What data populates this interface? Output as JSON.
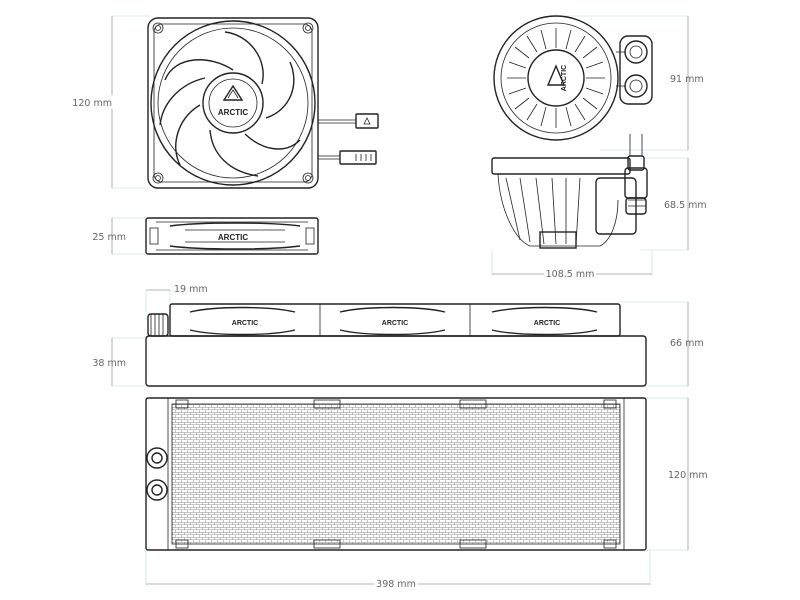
{
  "brand": "ARCTIC",
  "colors": {
    "ink": "#222222",
    "dimension_text": "#666666",
    "extension_line": "#cfe6e8"
  },
  "dimensions": {
    "fan_height": "120 mm",
    "fan_depth": "25 mm",
    "pump_height": "91 mm",
    "pump_depth": "68.5 mm",
    "pump_width": "108.5 mm",
    "fitting_offset": "19 mm",
    "radiator_depth": "38 mm",
    "total_depth": "66 mm",
    "radiator_height": "120 mm",
    "radiator_length": "398 mm"
  }
}
